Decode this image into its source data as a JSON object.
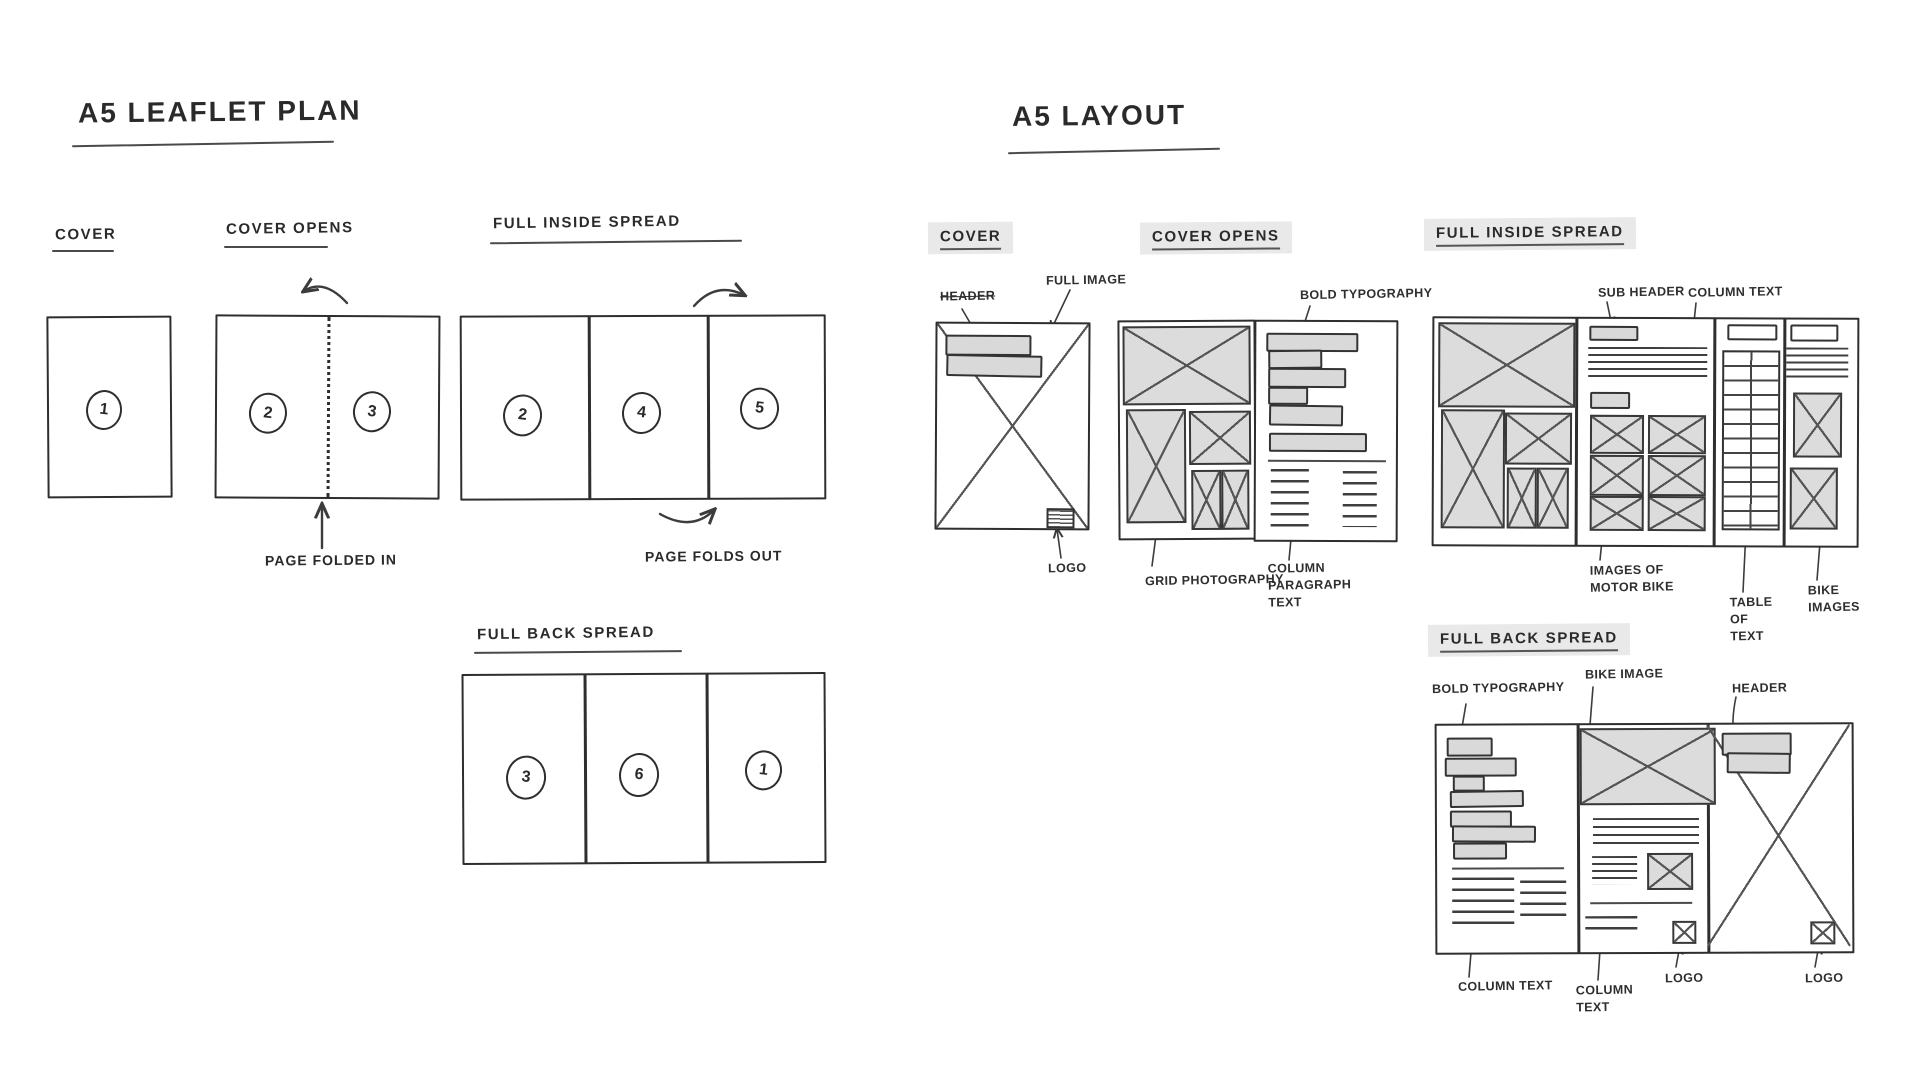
{
  "plan": {
    "title": "A5 LEAFLET PLAN",
    "cover": {
      "label": "COVER",
      "page1": "1"
    },
    "cover_opens": {
      "label": "COVER OPENS",
      "page_left": "2",
      "page_right": "3",
      "note": "PAGE FOLDED IN"
    },
    "inside_spread": {
      "label": "FULL INSIDE SPREAD",
      "page1": "2",
      "page2": "4",
      "page3": "5",
      "note": "PAGE FOLDS OUT"
    },
    "back_spread": {
      "label": "FULL BACK SPREAD",
      "page1": "3",
      "page2": "6",
      "page3": "1"
    }
  },
  "layout": {
    "title": "A5 LAYOUT",
    "cover": {
      "tab": "COVER",
      "header": "HEADER",
      "full_image": "FULL IMAGE",
      "logo": "LOGO"
    },
    "cover_opens": {
      "tab": "COVER OPENS",
      "bold_typography": "BOLD TYPOGRAPHY",
      "grid_photography": "GRID PHOTOGRAPHY",
      "column_paragraph_text": "COLUMN PARAGRAPH TEXT"
    },
    "inside_spread": {
      "tab": "FULL INSIDE SPREAD",
      "sub_header": "SUB HEADER",
      "column_text": "COLUMN TEXT",
      "images_of_motor_bike": "IMAGES OF MOTOR BIKE",
      "table_of_text": "TABLE OF TEXT",
      "bike_images": "BIKE IMAGES"
    },
    "back_spread": {
      "tab": "FULL BACK SPREAD",
      "bold_typography": "BOLD TYPOGRAPHY",
      "bike_image": "BIKE IMAGE",
      "header": "HEADER",
      "column_text_left": "COLUMN TEXT",
      "column_text_mid": "COLUMN TEXT",
      "logo_mid": "LOGO",
      "logo_right": "LOGO"
    }
  },
  "colors": {
    "ink": "#2e2e2e",
    "panel_fill": "#dcdcdc",
    "tab_highlight": "#e9e9e9"
  }
}
